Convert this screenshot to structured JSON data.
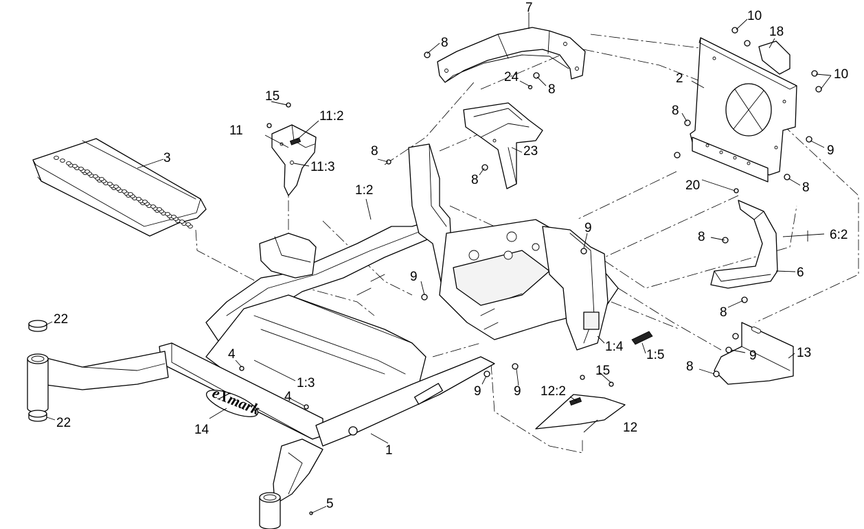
{
  "logo": {
    "text": "eXmark"
  },
  "callouts": [
    {
      "id": "c1",
      "text": "1"
    },
    {
      "id": "c1_2",
      "text": "1:2"
    },
    {
      "id": "c1_3",
      "text": "1:3"
    },
    {
      "id": "c1_4",
      "text": "1:4"
    },
    {
      "id": "c1_5",
      "text": "1:5"
    },
    {
      "id": "c2",
      "text": "2"
    },
    {
      "id": "c3",
      "text": "3"
    },
    {
      "id": "c4a",
      "text": "4"
    },
    {
      "id": "c4b",
      "text": "4"
    },
    {
      "id": "c5",
      "text": "5"
    },
    {
      "id": "c6",
      "text": "6"
    },
    {
      "id": "c6_2",
      "text": "6:2"
    },
    {
      "id": "c7",
      "text": "7"
    },
    {
      "id": "c8a",
      "text": "8"
    },
    {
      "id": "c8b",
      "text": "8"
    },
    {
      "id": "c8c",
      "text": "8"
    },
    {
      "id": "c8d",
      "text": "8"
    },
    {
      "id": "c8e",
      "text": "8"
    },
    {
      "id": "c8f",
      "text": "8"
    },
    {
      "id": "c8g",
      "text": "8"
    },
    {
      "id": "c8h",
      "text": "8"
    },
    {
      "id": "c8i",
      "text": "8"
    },
    {
      "id": "c9a",
      "text": "9"
    },
    {
      "id": "c9b",
      "text": "9"
    },
    {
      "id": "c9c",
      "text": "9"
    },
    {
      "id": "c9d",
      "text": "9"
    },
    {
      "id": "c9e",
      "text": "9"
    },
    {
      "id": "c9f",
      "text": "9"
    },
    {
      "id": "c10a",
      "text": "10"
    },
    {
      "id": "c10b",
      "text": "10"
    },
    {
      "id": "c11",
      "text": "11"
    },
    {
      "id": "c11_2",
      "text": "11:2"
    },
    {
      "id": "c11_3",
      "text": "11:3"
    },
    {
      "id": "c12",
      "text": "12"
    },
    {
      "id": "c12_2",
      "text": "12:2"
    },
    {
      "id": "c13",
      "text": "13"
    },
    {
      "id": "c14",
      "text": "14"
    },
    {
      "id": "c15a",
      "text": "15"
    },
    {
      "id": "c15b",
      "text": "15"
    },
    {
      "id": "c18",
      "text": "18"
    },
    {
      "id": "c20",
      "text": "20"
    },
    {
      "id": "c22a",
      "text": "22"
    },
    {
      "id": "c22b",
      "text": "22"
    },
    {
      "id": "c23",
      "text": "23"
    },
    {
      "id": "c24",
      "text": "24"
    }
  ]
}
